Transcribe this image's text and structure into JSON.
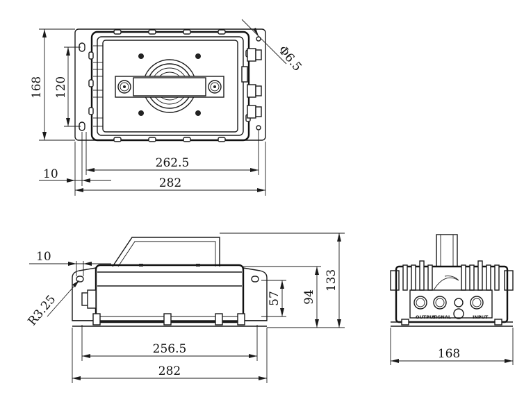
{
  "top_view": {
    "height_outer": "168",
    "height_inner": "120",
    "hole_dia": "Φ6.5",
    "width_inner": "262.5",
    "width_outer": "282",
    "offset": "10"
  },
  "front_view": {
    "offset": "10",
    "radius": "R3.25",
    "h57": "57",
    "h94": "94",
    "h133": "133",
    "width_inner": "256.5",
    "width_outer": "282"
  },
  "side_view": {
    "width": "168",
    "label_output": "OUTPUT",
    "label_signal": "SIGNAL",
    "label_input": "INPUT"
  }
}
